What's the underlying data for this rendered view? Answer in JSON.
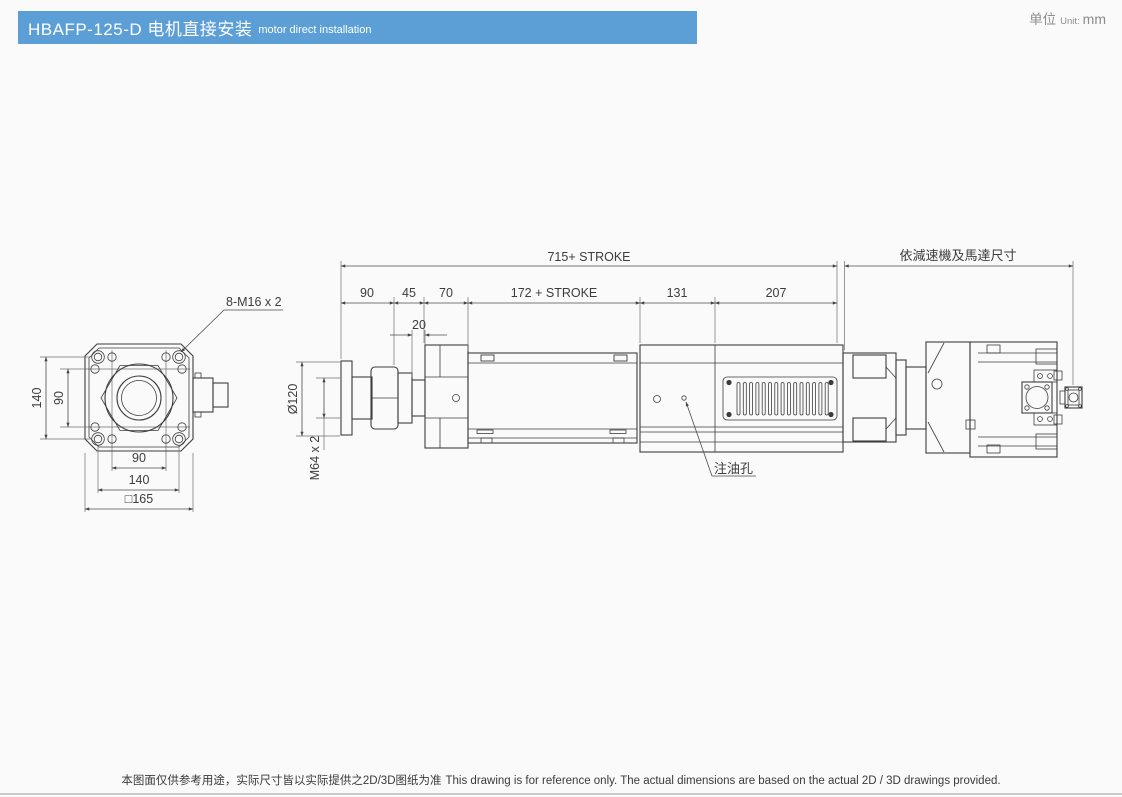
{
  "header": {
    "bar_color": "#5b9fd6",
    "model": "HBAFP-125-D",
    "title_zh": "电机直接安装",
    "title_en": "motor direct installation"
  },
  "unit": {
    "label_zh": "单位",
    "label_en": "Unit:",
    "value": "mm"
  },
  "front_view": {
    "dim_height_outer": "140",
    "dim_height_inner": "90",
    "dim_width_inner": "90",
    "dim_width_outer": "140",
    "dim_square": "□165",
    "bolt_callout": "8-M16 x 2"
  },
  "side_view": {
    "dim_total": "715+ STROKE",
    "dim_motor": "依減速機及馬達尺寸",
    "dim_90": "90",
    "dim_45": "45",
    "dim_70": "70",
    "dim_20": "20",
    "dim_stroke": "172 + STROKE",
    "dim_131": "131",
    "dim_207": "207",
    "dim_diameter": "Ø120",
    "dim_thread": "M64 x 2",
    "oil_hole_label": "注油孔"
  },
  "footer": {
    "note_zh": "本图面仅供参考用途，实际尺寸皆以实际提供之2D/3D图纸为准",
    "note_en": "This drawing is for reference only. The actual dimensions are based on the actual 2D / 3D drawings provided."
  }
}
